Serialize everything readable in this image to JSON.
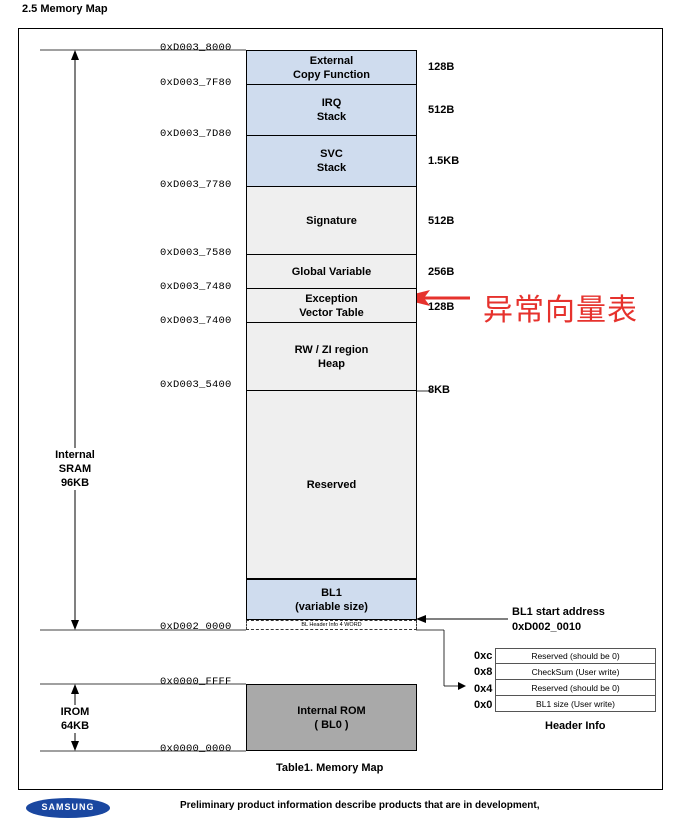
{
  "heading": "2.5 Memory Map",
  "blocks": [
    {
      "label": "External\nCopy Function",
      "size": "128B"
    },
    {
      "label": "IRQ\nStack",
      "size": "512B"
    },
    {
      "label": "SVC\nStack",
      "size": "1.5KB"
    },
    {
      "label": "Signature",
      "size": "512B"
    },
    {
      "label": "Global Variable",
      "size": "256B"
    },
    {
      "label": "Exception\nVector Table",
      "size": "128B"
    },
    {
      "label": "RW / ZI region\nHeap",
      "size": "8KB"
    },
    {
      "label": "Reserved",
      "size": ""
    },
    {
      "label": "BL1\n(variable size)",
      "size": ""
    },
    {
      "label": "BL Header Info 4 WORD",
      "size": ""
    },
    {
      "label": "Internal ROM\n( BL0 )",
      "size": ""
    }
  ],
  "addresses": [
    "0xD003_8000",
    "0xD003_7F80",
    "0xD003_7D80",
    "0xD003_7780",
    "0xD003_7580",
    "0xD003_7480",
    "0xD003_7400",
    "0xD003_5400",
    "0xD002_0000",
    "0x0000_FFFF",
    "0x0000_0000"
  ],
  "sram_label": "Internal\nSRAM\n96KB",
  "irom_label": "IROM\n64KB",
  "bl1_start": {
    "title": "BL1 start address",
    "address": "0xD002_0010"
  },
  "header_info": {
    "rows": [
      {
        "offset": "0xc",
        "text": "Reserved (should be 0)"
      },
      {
        "offset": "0x8",
        "text": "CheckSum (User write)"
      },
      {
        "offset": "0x4",
        "text": "Reserved (should be 0)"
      },
      {
        "offset": "0x0",
        "text": "BL1 size (User write)"
      }
    ],
    "title": "Header Info"
  },
  "annotation": "异常向量表",
  "caption": "Table1. Memory Map",
  "logo_text": "SAMSUNG",
  "footer_text": "Preliminary product information describe products that are in development,",
  "colors": {
    "sram_blue": "#cfdcee",
    "sram_grey": "#efefef",
    "rom_grey": "#a9a9a9",
    "annotation_red": "#e6322d",
    "logo_blue": "#1a47a0"
  }
}
